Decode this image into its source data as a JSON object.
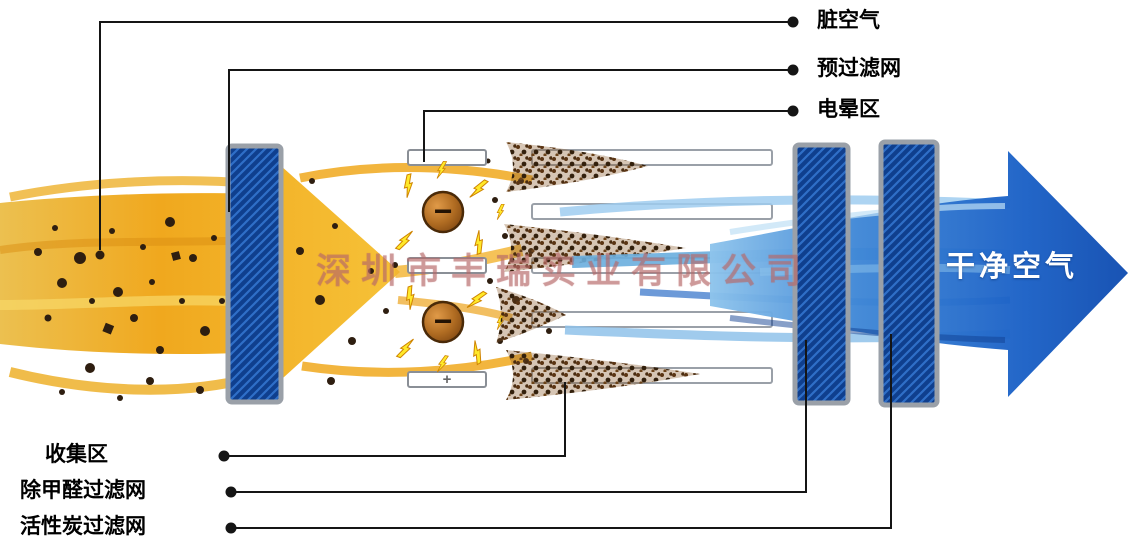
{
  "diagram": {
    "watermark": "深圳市丰瑞实业有限公司",
    "labels": {
      "dirty_air": "脏空气",
      "pre_filter": "预过滤网",
      "corona_zone": "电晕区",
      "collection_zone": "收集区",
      "formaldehyde_filter": "除甲醛过滤网",
      "activated_carbon_filter": "活性炭过滤网",
      "clean_air": "干净空气"
    },
    "electrodes": {
      "minus": "−",
      "plus": "+"
    },
    "colors": {
      "dirty_flow": "#f0a81e",
      "clean_flow": "#1f63c8",
      "filter_panel": "#0f3f8e",
      "spark": "#ffe92a",
      "particle": "#2e1e10"
    }
  }
}
